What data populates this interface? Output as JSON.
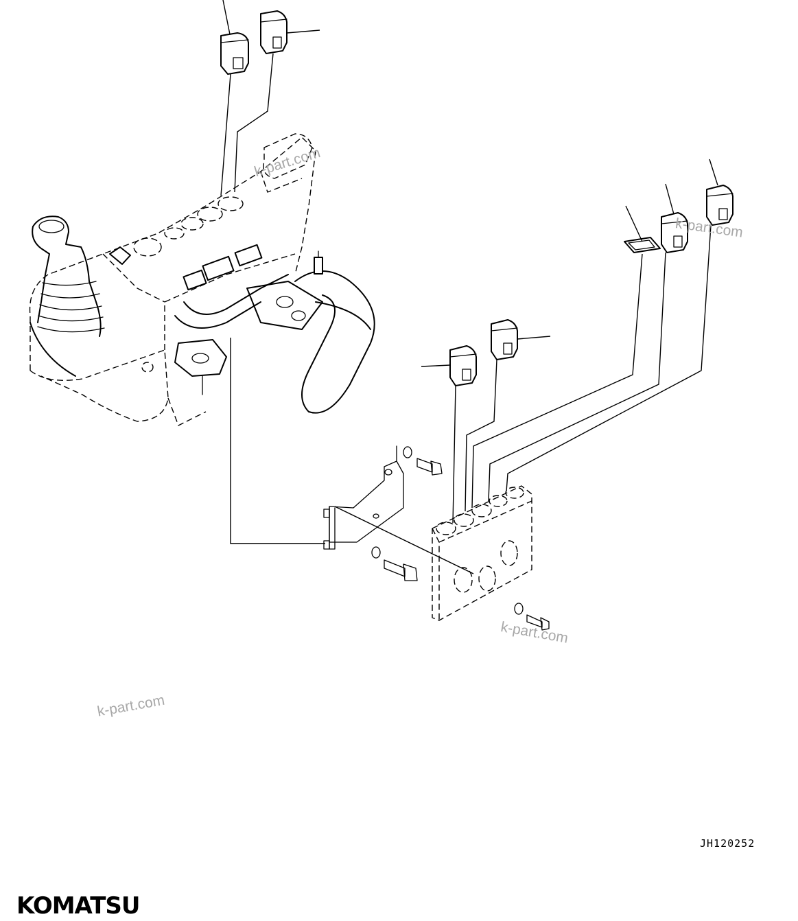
{
  "drawing": {
    "code": "JH120252",
    "brand": "KOMATSU"
  },
  "watermarks": [
    "k-part.com",
    "k-part.com",
    "k-part.com",
    "k-part.com"
  ],
  "colors": {
    "line": "#000000",
    "watermark": "#a8a8a8",
    "background": "#ffffff"
  }
}
